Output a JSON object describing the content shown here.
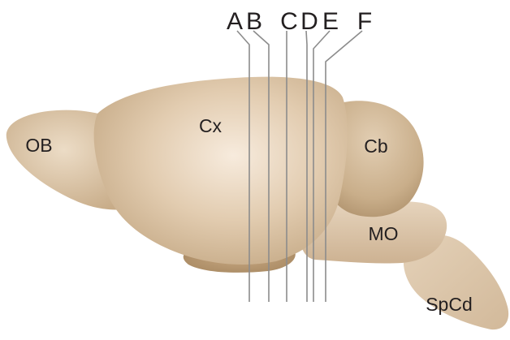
{
  "diagram": {
    "regions": {
      "ob": "OB",
      "cx": "Cx",
      "cb": "Cb",
      "mo": "MO",
      "spcd": "SpCd"
    },
    "sections": {
      "a": "A",
      "b": "B",
      "c": "C",
      "d": "D",
      "e": "E",
      "f": "F"
    },
    "colors": {
      "brain_light": "#f2e4d3",
      "brain_mid": "#dbc4a6",
      "brain_dark": "#b89c78",
      "line": "#8c8c8c",
      "text": "#231f20"
    }
  }
}
